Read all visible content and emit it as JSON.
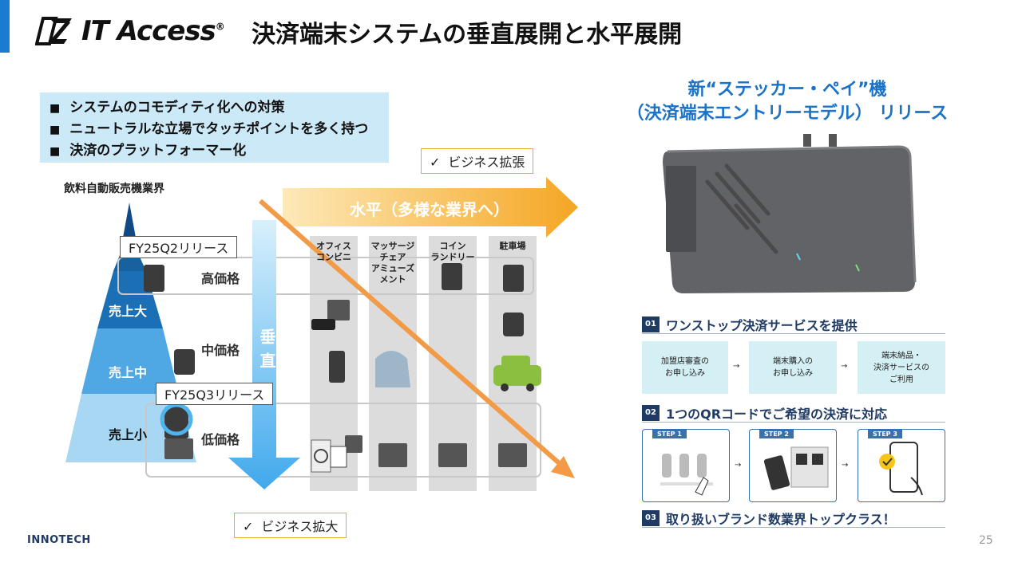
{
  "header": {
    "logo_text": "IT Access",
    "logo_reg": "®",
    "title": "決済端末システムの垂直展開と水平展開"
  },
  "bullets": [
    "システムのコモディティ化への対策",
    "ニュートラルな立場でタッチポイントを多く持つ",
    "決済のプラットフォーマー化"
  ],
  "callouts": {
    "business_expand_h": "ビジネス拡張",
    "business_expand_v": "ビジネス拡大"
  },
  "pyramid": {
    "industry": "飲料自動販売機業界",
    "tiers": [
      "売上大",
      "売上中",
      "売上小"
    ],
    "release_q2": "FY25Q2リリース",
    "release_q3": "FY25Q3リリース"
  },
  "prices": {
    "high": "高価格",
    "mid": "中価格",
    "low": "低価格"
  },
  "arrows": {
    "horizontal": "水平（多様な業界へ）",
    "vertical": "垂直"
  },
  "columns": [
    {
      "label": "オフィス\nコンビニ"
    },
    {
      "label": "マッサージ\nチェア\nアミューズ\nメント"
    },
    {
      "label": "コイン\nランドリー"
    },
    {
      "label": "駐車場"
    }
  ],
  "product": {
    "title_line1": "新“ステッカー・ペイ”機",
    "title_line2": "（決済端末エントリーモデル） リリース"
  },
  "sections": [
    {
      "num": "01",
      "text": "ワンストップ決済サービスを提供"
    },
    {
      "num": "02",
      "text": "1つのQRコードでご希望の決済に対応"
    },
    {
      "num": "03",
      "text": "取り扱いブランド数業界トップクラス！"
    }
  ],
  "flow_steps": [
    "加盟店審査の\nお申し込み",
    "端末購入の\nお申し込み",
    "端末納品・\n決済サービスの\nご利用"
  ],
  "flow_arrow": "→",
  "qr_steps": [
    "STEP 1",
    "STEP 2",
    "STEP 3"
  ],
  "footer": {
    "brand": "INNOTECH",
    "page": "25"
  },
  "colors": {
    "accent_blue": "#1a73c8",
    "navy": "#1f3b64",
    "orange_arrow": "#f5a030",
    "light_blue_box": "#cce9f8"
  }
}
